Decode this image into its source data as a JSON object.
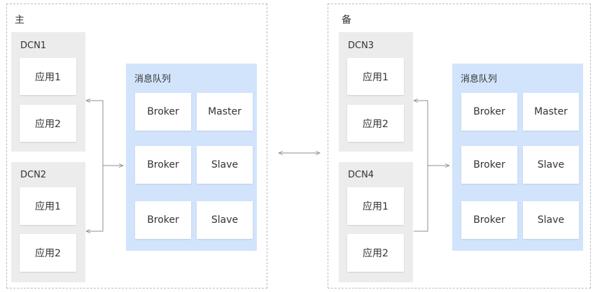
{
  "sites": [
    {
      "label": "主",
      "dcns": [
        {
          "label": "DCN1",
          "apps": [
            "应用1",
            "应用2"
          ]
        },
        {
          "label": "DCN2",
          "apps": [
            "应用1",
            "应用2"
          ]
        }
      ],
      "mq": {
        "label": "消息队列",
        "rows": [
          {
            "broker": "Broker",
            "role": "Master"
          },
          {
            "broker": "Broker",
            "role": "Slave"
          },
          {
            "broker": "Broker",
            "role": "Slave"
          }
        ]
      }
    },
    {
      "label": "备",
      "dcns": [
        {
          "label": "DCN3",
          "apps": [
            "应用1",
            "应用2"
          ]
        },
        {
          "label": "DCN4",
          "apps": [
            "应用1",
            "应用2"
          ]
        }
      ],
      "mq": {
        "label": "消息队列",
        "rows": [
          {
            "broker": "Broker",
            "role": "Master"
          },
          {
            "broker": "Broker",
            "role": "Slave"
          },
          {
            "broker": "Broker",
            "role": "Slave"
          }
        ]
      }
    }
  ],
  "colors": {
    "dcn_bg": "#ececec",
    "mq_bg": "#d2e4fb",
    "connector": "#8a8f98",
    "border": "#b8bcc4"
  }
}
